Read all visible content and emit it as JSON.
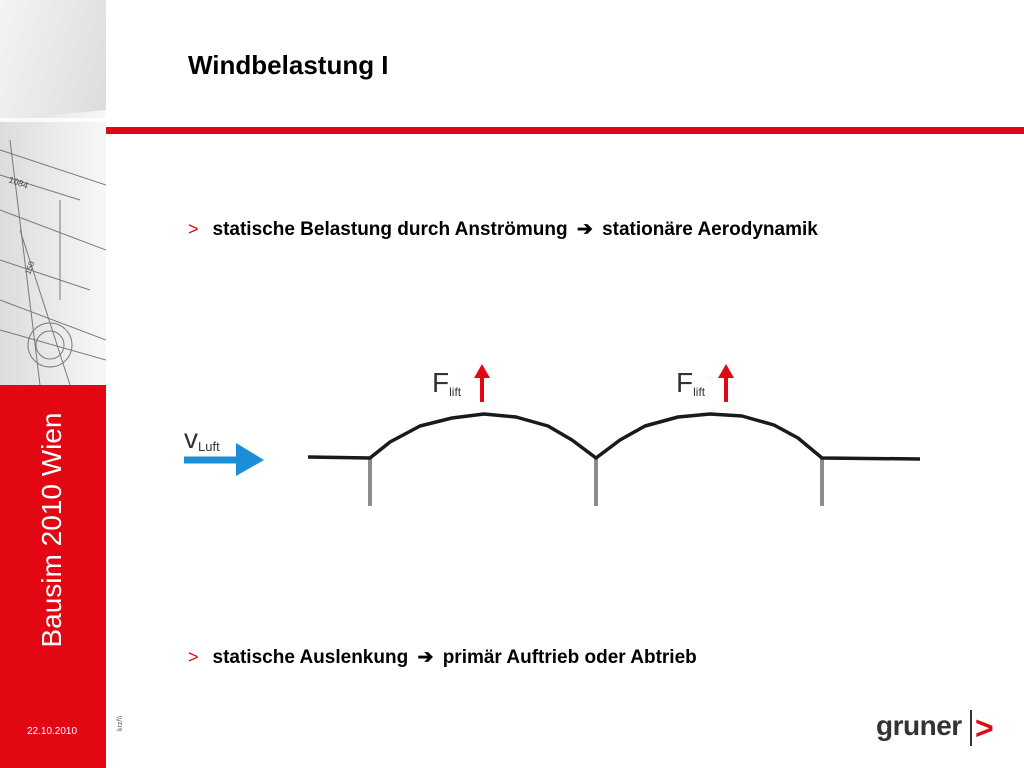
{
  "slide": {
    "title": "Windbelastung I",
    "sidebar_title": "Bausim 2010 Wien",
    "date": "22.10.2010",
    "author": "krz/\\\\"
  },
  "bullets": [
    {
      "marker": ">",
      "text_before": "statische Belastung durch Anströmung",
      "arrow": "➔",
      "text_after": "stationäre Aerodynamik"
    },
    {
      "marker": ">",
      "text_before": "statische Auslenkung",
      "arrow": "➔",
      "text_after": "primär Auftrieb oder Abtrieb"
    }
  ],
  "diagram": {
    "velocity_label": "v",
    "velocity_sub": "Luft",
    "force_label": "F",
    "force_sub": "lift",
    "force_color": "#e30613",
    "velocity_color": "#1a8fd6"
  },
  "logo": {
    "text": "gruner",
    "chevron": ">"
  },
  "colors": {
    "brand_red": "#e30613"
  }
}
